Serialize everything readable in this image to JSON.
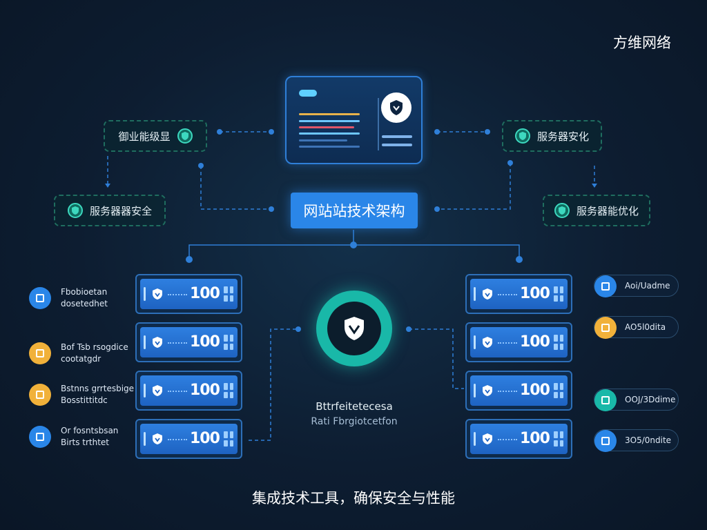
{
  "brand": "方维网络",
  "main_title": "网站站技术架构",
  "caption": "集成技术工具，确保安全与性能",
  "top_left_pill": "御业能级显",
  "top_right_pill": "服务器安化",
  "mid_left_pill": "服务器器安全",
  "mid_right_pill": "服务器能优化",
  "servers_left": [
    "100",
    "100",
    "100",
    "100"
  ],
  "servers_right": [
    "100",
    "100",
    "100",
    "100"
  ],
  "hub": {
    "line1": "Bttrfeitetecesa",
    "line2": "Rati Fbrgiotcetfon"
  },
  "left_items": [
    {
      "line1": "Fbobioetan",
      "line2": "dosetedhet",
      "color": "#2a86e8"
    },
    {
      "line1": "Bof Tsb rsogdice",
      "line2": "cootatgdr",
      "color": "#f1b13a"
    },
    {
      "line1": "Bstnns grrtesbige",
      "line2": "Bosstittitdc",
      "color": "#f1b13a"
    },
    {
      "line1": "Or fosntsbsan",
      "line2": "Birts trthtet",
      "color": "#2a86e8"
    }
  ],
  "right_items": [
    {
      "label": "Aoi/Uadme",
      "color": "#2a86e8"
    },
    {
      "label": "AO5l0dita",
      "color": "#f1b13a"
    },
    {
      "label": "OOJ/3Ddime",
      "color": "#19b8a8"
    },
    {
      "label": "3O5/0ndite",
      "color": "#2a86e8"
    }
  ],
  "colors": {
    "accent_blue": "#2a86e8",
    "accent_teal": "#19b8a8",
    "accent_yellow": "#f1b13a",
    "background": "#0c1a2c"
  }
}
